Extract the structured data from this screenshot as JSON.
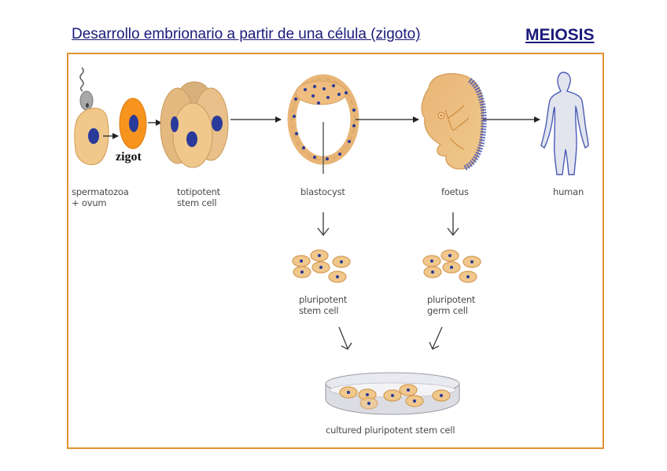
{
  "header": {
    "title": "Desarrollo embrionario a partir de una célula (zigoto)",
    "topic": "MEIOSIS"
  },
  "colors": {
    "title_text": "#1a1a7a",
    "frame_border": "#e0922f",
    "cell_fill": "#f0c88c",
    "cell_stroke": "#d9a35c",
    "nucleus": "#2a3a9a",
    "zygote_fill": "#f7941d",
    "human_fill": "#e2e4ee",
    "human_stroke": "#4b5bb5",
    "arrow": "#222222",
    "label_text": "#4a4a4a"
  },
  "diagram": {
    "stages": [
      {
        "id": "gametes",
        "label_line1": "spermatozoa",
        "label_line2": "+ ovum"
      },
      {
        "id": "zygote",
        "label": "zigot"
      },
      {
        "id": "totipotent",
        "label_line1": "totipotent",
        "label_line2": "stem cell"
      },
      {
        "id": "blastocyst",
        "label": "blastocyst"
      },
      {
        "id": "foetus",
        "label": "foetus"
      },
      {
        "id": "human",
        "label": "human"
      }
    ],
    "derived": [
      {
        "id": "pluripotent-stem",
        "label_line1": "pluripotent",
        "label_line2": "stem cell",
        "source": "blastocyst"
      },
      {
        "id": "pluripotent-germ",
        "label_line1": "pluripotent",
        "label_line2": "germ cell",
        "source": "foetus"
      }
    ],
    "culture": {
      "label": "cultured pluripotent stem cell"
    },
    "flow": [
      [
        "gametes",
        "zygote"
      ],
      [
        "zygote",
        "totipotent"
      ],
      [
        "totipotent",
        "blastocyst"
      ],
      [
        "blastocyst",
        "foetus"
      ],
      [
        "foetus",
        "human"
      ],
      [
        "blastocyst",
        "pluripotent-stem"
      ],
      [
        "foetus",
        "pluripotent-germ"
      ],
      [
        "pluripotent-stem",
        "culture"
      ],
      [
        "pluripotent-germ",
        "culture"
      ]
    ]
  }
}
